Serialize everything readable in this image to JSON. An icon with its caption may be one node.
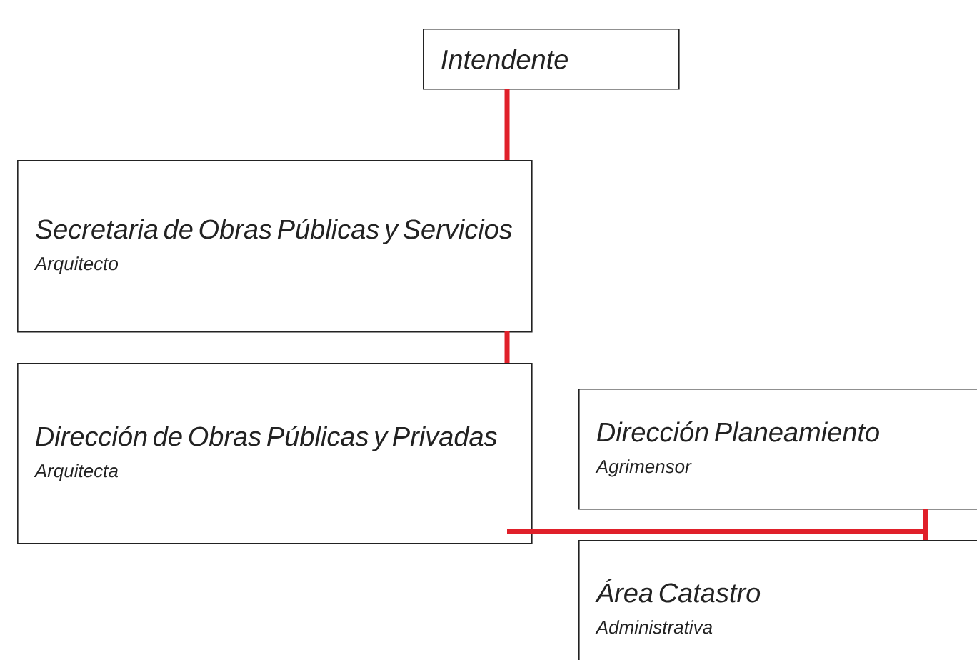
{
  "diagram": {
    "nodes": [
      {
        "text": [
          "Intendente"
        ]
      },
      {
        "text": [
          "Secretaria de Obras Públicas y Servicios",
          "Arquitecto"
        ]
      },
      {
        "text": [
          "Dirección de Obras Públicas y Privadas",
          "Arquitecta"
        ]
      },
      {
        "text": [
          "Dirección Planeamiento",
          "Agrimensor"
        ]
      },
      {
        "text": [
          "Área Catastro",
          "Administrativa"
        ]
      }
    ],
    "edges": [
      {
        "from": 0,
        "to": 1,
        "arrow": "none"
      },
      {
        "from": 1,
        "to": 2,
        "arrow": "none"
      },
      {
        "from": 2,
        "to": 3,
        "arrow": "none"
      },
      {
        "from": 2,
        "to": 4,
        "arrow": "none"
      }
    ]
  }
}
